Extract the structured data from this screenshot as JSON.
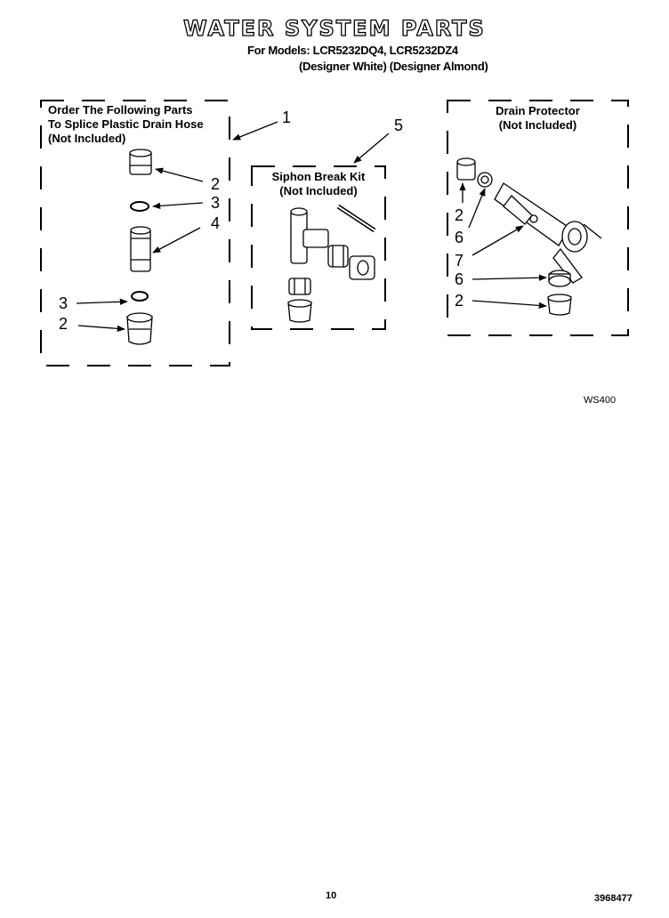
{
  "header": {
    "title": "WATER SYSTEM PARTS",
    "models_line": "For Models: LCR5232DQ4, LCR5232DZ4",
    "finish_line": "(Designer White) (Designer Almond)"
  },
  "groups": {
    "splice": {
      "lines": [
        "Order The Following Parts",
        "To Splice Plastic Drain Hose",
        "(Not Included)"
      ]
    },
    "siphon": {
      "lines": [
        "Siphon Break Kit",
        "(Not Included)"
      ]
    },
    "drain": {
      "lines": [
        "Drain Protector",
        "(Not Included)"
      ]
    }
  },
  "callouts": {
    "c1": "1",
    "c5": "5",
    "s2a": "2",
    "s3a": "3",
    "s4": "4",
    "s3b": "3",
    "s2b": "2",
    "d2a": "2",
    "d6a": "6",
    "d7": "7",
    "d6b": "6",
    "d2b": "2"
  },
  "diagram_code": "WS400",
  "footer": {
    "page_number": "10",
    "doc_number": "3968477"
  },
  "colors": {
    "ink": "#000000",
    "paper": "#ffffff"
  }
}
